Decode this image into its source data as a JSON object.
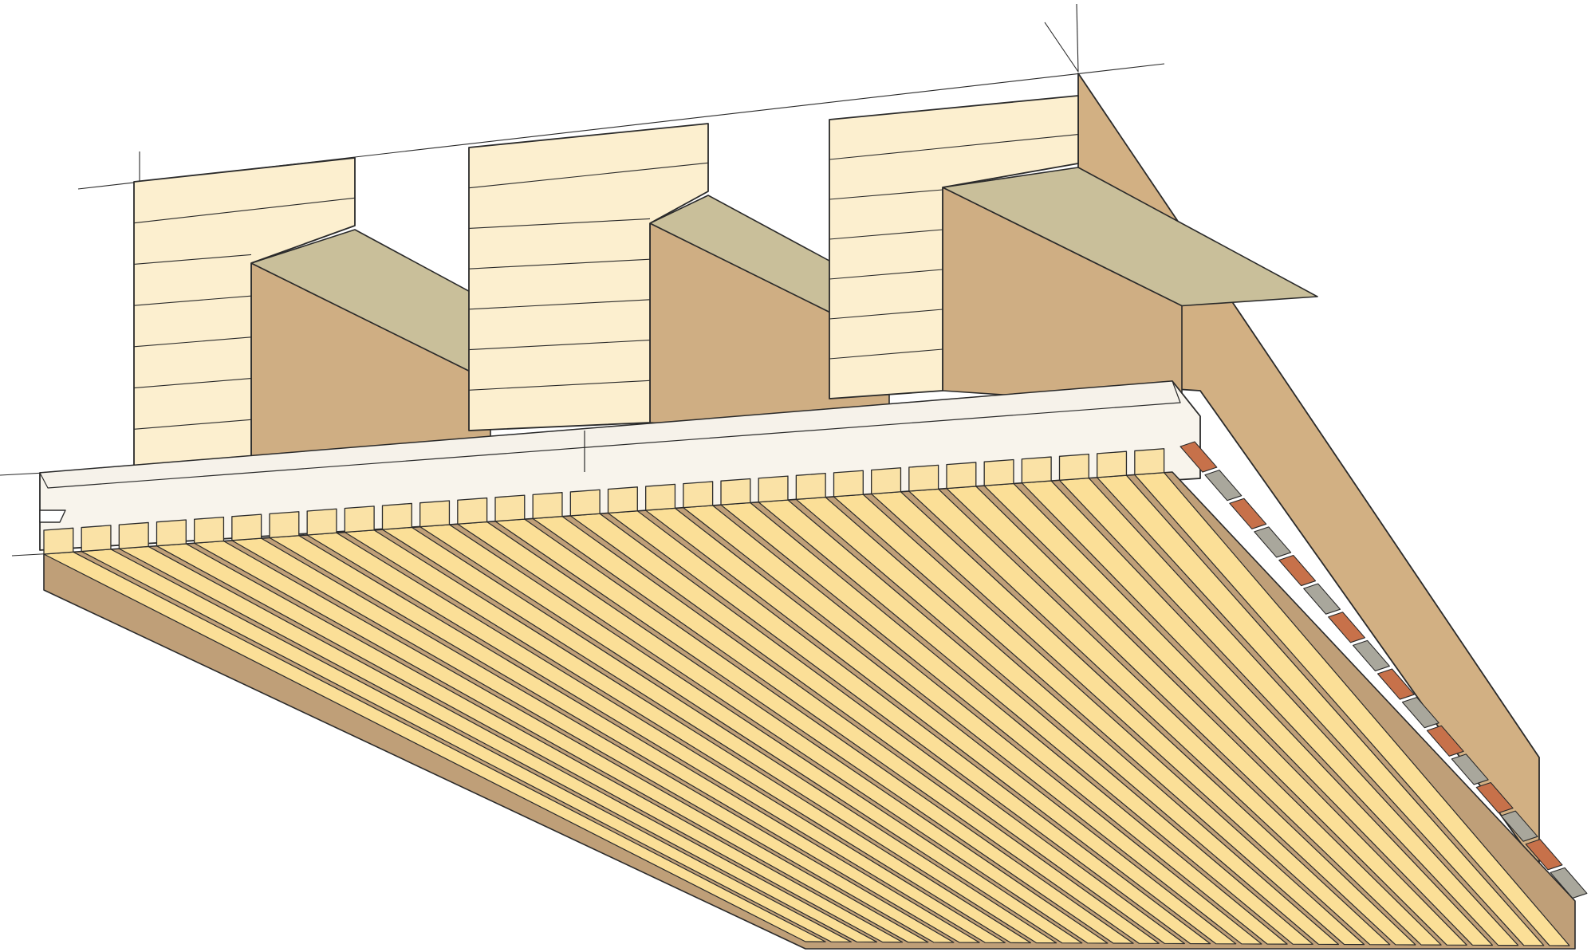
{
  "title": "",
  "colors": {
    "background": "#ffffff",
    "outline": "#2a2a2a",
    "beam_face_light": "#fcefcf",
    "beam_flank_shade": "#cfae83",
    "beam_flange_shade": "#c9bf9a",
    "ceiling_slab_top": "#f6f2ea",
    "ceiling_slab_front": "#f8f4ec",
    "lamella_top": "#fbdf97",
    "lamella_groove": "#bf9f78",
    "lamella_front_light": "#fae2a6",
    "side_panel": "#d2b083",
    "brick_red": "#c7714a",
    "brick_grey": "#a9a79c"
  },
  "components": {
    "beam_count": 3,
    "lamella_count": 30,
    "edge_block_count": 16
  }
}
